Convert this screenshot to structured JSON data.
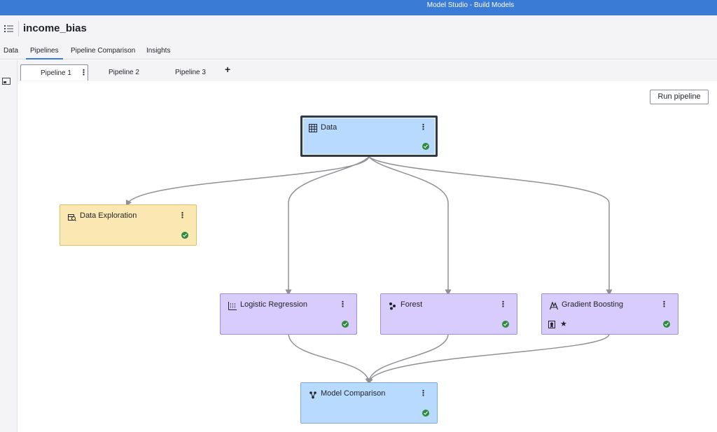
{
  "window": {
    "title": "Model Studio - Build Models"
  },
  "project": {
    "name": "income_bias"
  },
  "tabs": [
    {
      "label": "Data"
    },
    {
      "label": "Pipelines"
    },
    {
      "label": "Pipeline Comparison"
    },
    {
      "label": "Insights"
    }
  ],
  "pipeline_tabs": [
    {
      "label": "Pipeline 1"
    },
    {
      "label": "Pipeline 2"
    },
    {
      "label": "Pipeline 3"
    }
  ],
  "toolbar": {
    "run_label": "Run pipeline"
  },
  "nodes": {
    "data": {
      "label": "Data",
      "status": "completed"
    },
    "data_exploration": {
      "label": "Data Exploration",
      "status": "completed"
    },
    "logistic_regression": {
      "label": "Logistic Regression",
      "status": "completed"
    },
    "forest": {
      "label": "Forest",
      "status": "completed"
    },
    "gradient_boosting": {
      "label": "Gradient Boosting",
      "status": "completed",
      "champion": true
    },
    "model_comparison": {
      "label": "Model Comparison",
      "status": "completed"
    }
  },
  "colors": {
    "titlebar": "#3a7bd5",
    "data_node": "#b9daff",
    "explore_node": "#fbe7b1",
    "model_node": "#d7ccfb",
    "status_ok": "#2e8b3c"
  }
}
